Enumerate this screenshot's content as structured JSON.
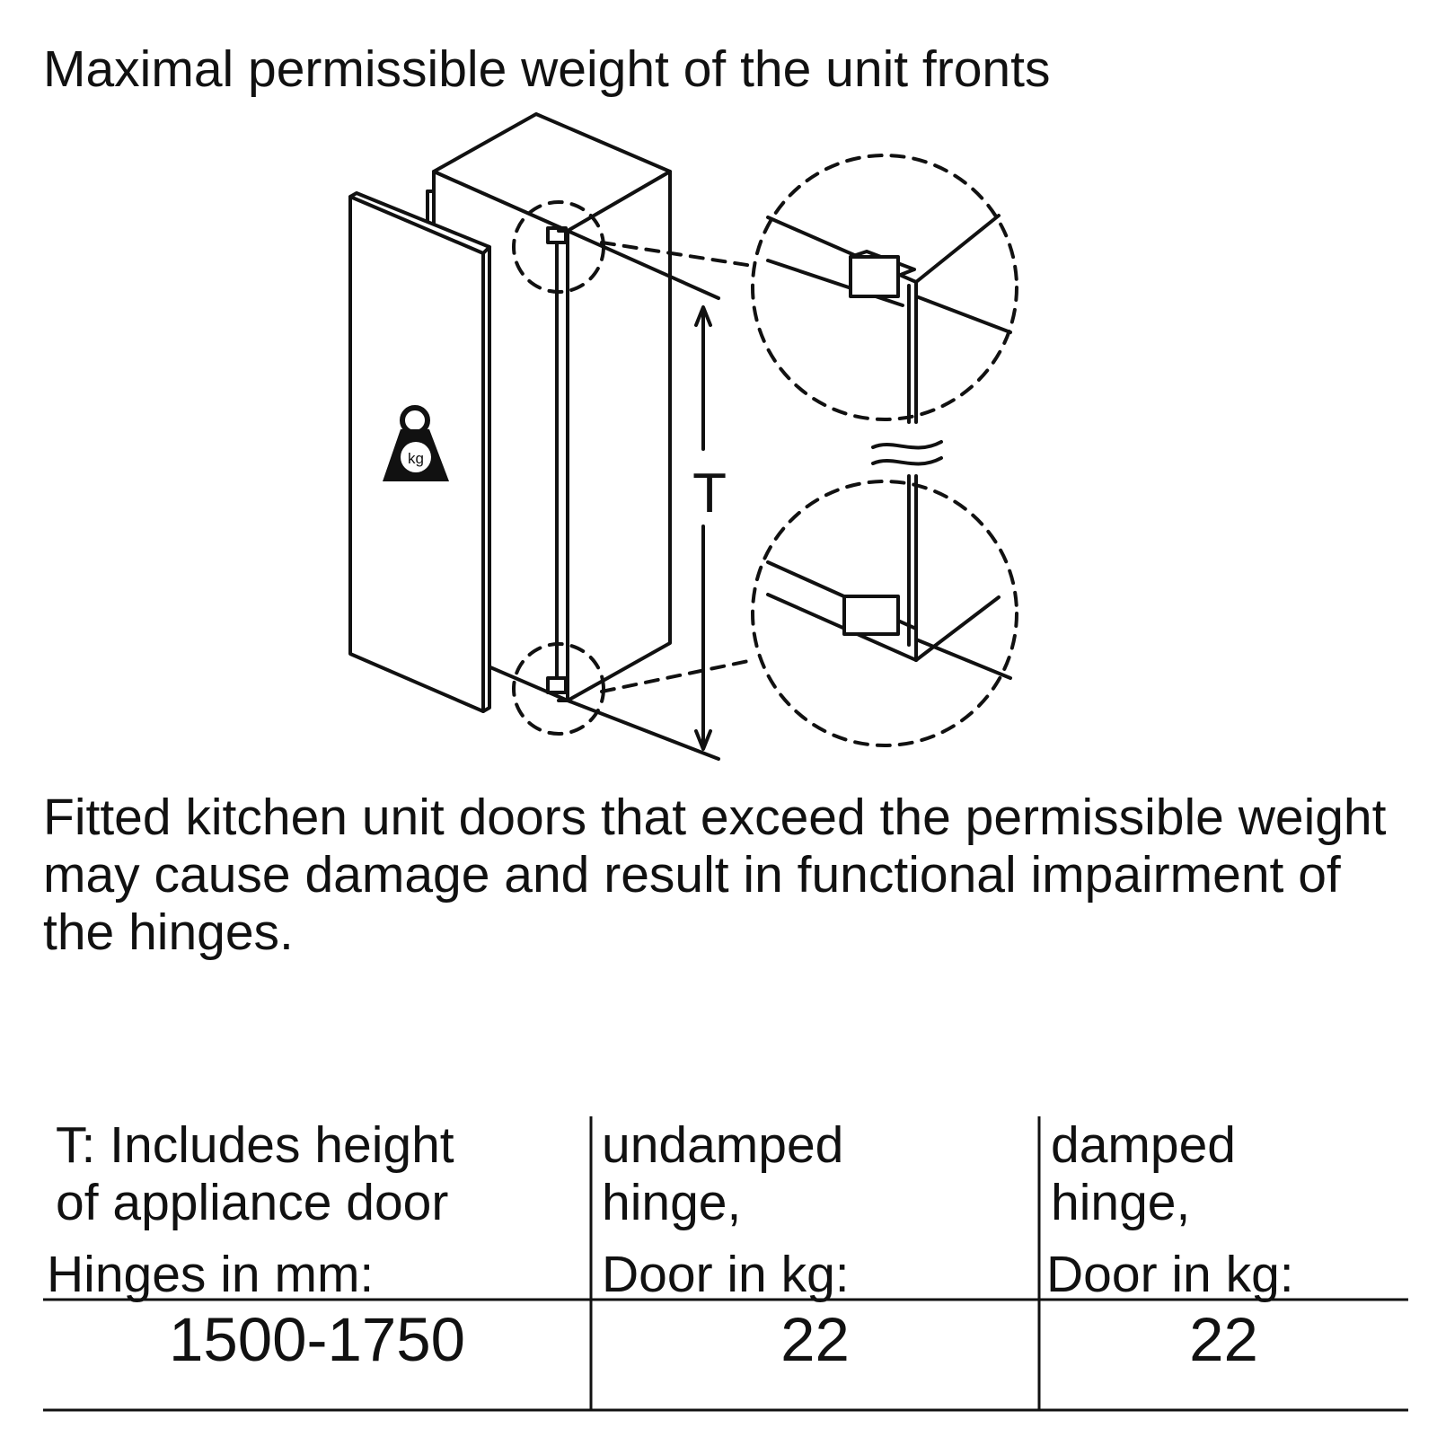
{
  "title": "Maximal permissible weight of the unit fronts",
  "diagram": {
    "weight_icon_label": "kg",
    "dimension_label": "T"
  },
  "warning": "Fitted kitchen unit doors that exceed the permissible weight may cause damage and result in functional impairment of the hinges.",
  "table": {
    "headers": [
      {
        "line1": "T: Includes height",
        "line2": "of appliance door",
        "line3": "Hinges in mm:"
      },
      {
        "line1": "undamped",
        "line2": "hinge,",
        "line3": "Door in kg:"
      },
      {
        "line1": "damped",
        "line2": "hinge,",
        "line3": "Door in kg:"
      }
    ],
    "rows": [
      [
        "1500-1750",
        "22",
        "22"
      ]
    ]
  }
}
